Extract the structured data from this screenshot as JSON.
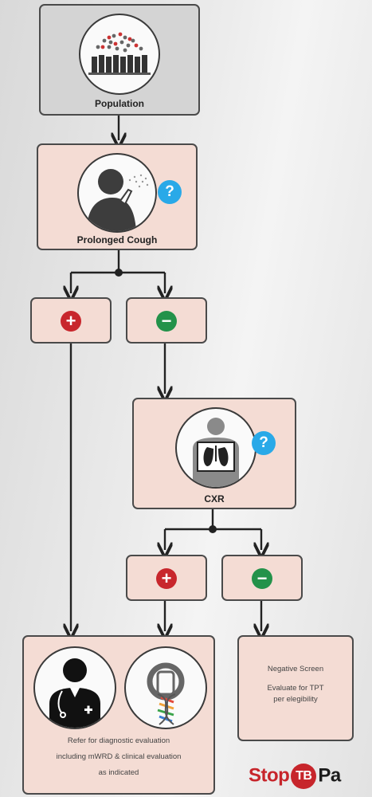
{
  "nodes": {
    "population": {
      "label": "Population"
    },
    "cough": {
      "label": "Prolonged Cough",
      "badge": "?"
    },
    "cough_positive": {
      "symbol": "+"
    },
    "cough_negative": {
      "symbol": "−"
    },
    "cxr": {
      "label": "CXR",
      "badge": "?"
    },
    "cxr_positive": {
      "symbol": "+"
    },
    "cxr_negative": {
      "symbol": "−"
    },
    "refer": {
      "line1": "Refer for diagnostic evaluation",
      "line2": "including mWRD & clinical evaluation",
      "line3": "as indicated"
    },
    "negative_screen": {
      "line1": "Negative Screen",
      "line2": "Evaluate for TPT",
      "line3": "per elegibility"
    }
  },
  "logo": {
    "part1": "Stop",
    "part2": "TB",
    "part3": "Pa"
  },
  "icons": {
    "population": "crowd-icon",
    "cough": "coughing-person-icon",
    "cxr": "chest-xray-icon",
    "doctor": "doctor-icon",
    "test": "molecular-test-icon"
  },
  "colors": {
    "box_fill": "#f4dcd4",
    "population_fill": "#d4d4d4",
    "positive": "#c8262c",
    "negative": "#23924a",
    "badge": "#29a9e8"
  }
}
